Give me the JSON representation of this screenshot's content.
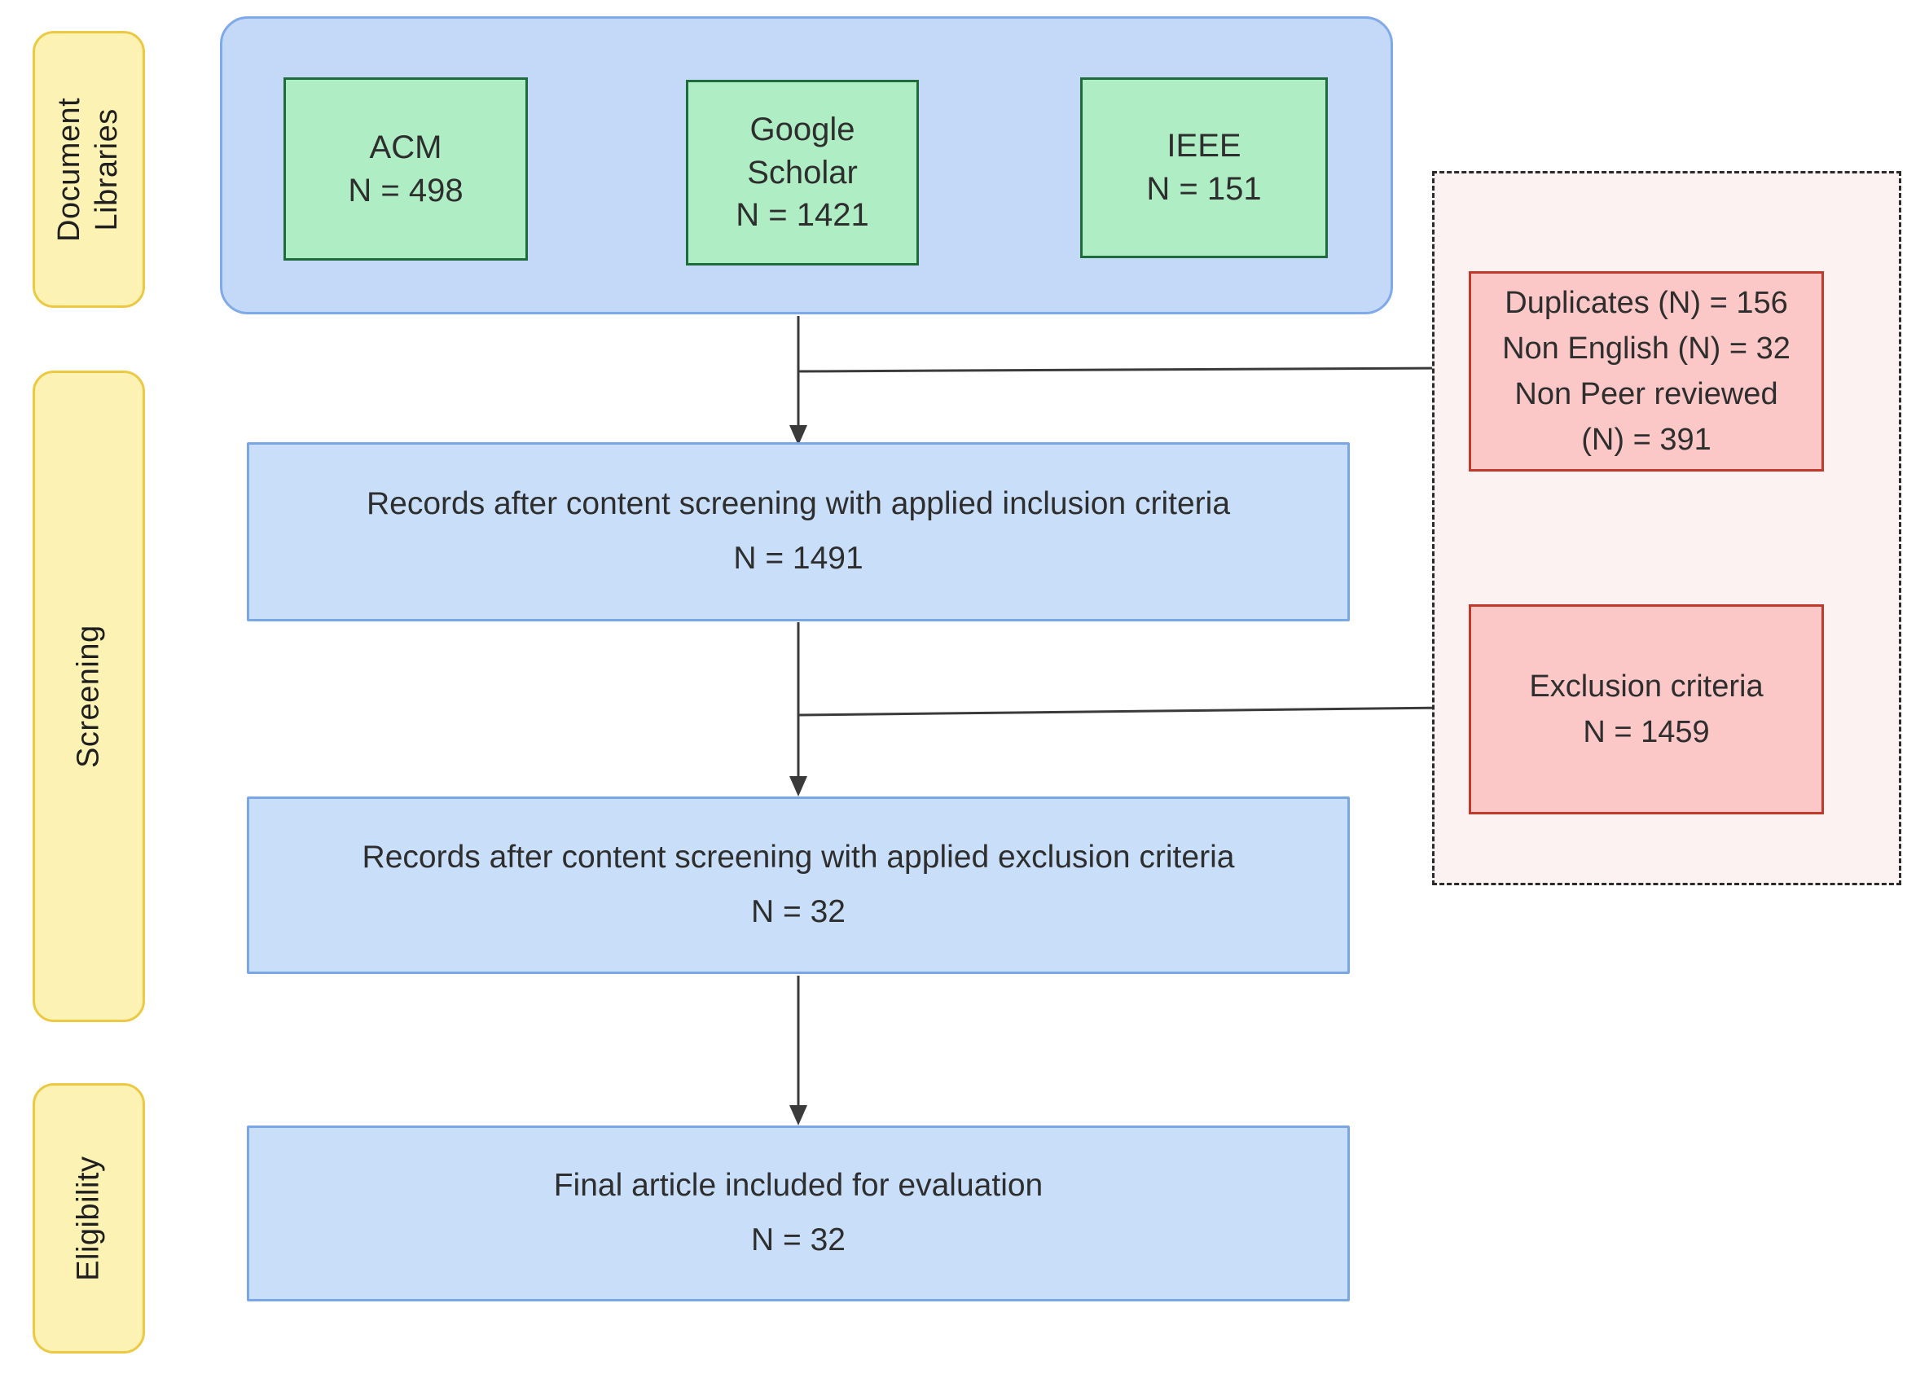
{
  "colors": {
    "stage_label_fill": "#FBF2B4",
    "stage_label_border": "#EDC843",
    "sources_container_fill": "#C3D9F7",
    "sources_container_border": "#7FA9E8",
    "source_box_fill": "#AFEEC4",
    "source_box_border": "#1E6C3C",
    "process_box_fill": "#C9DFF9",
    "process_box_border": "#79A7E6",
    "exclusion_container_fill": "#FCF2F2",
    "exclusion_container_border": "#2B2B2B",
    "exclusion_box_fill": "#FBC7C7",
    "exclusion_box_border": "#C0392B",
    "connector": "#3A3A3A",
    "text": "#2E2E2E"
  },
  "stages": [
    {
      "label": "Document Libraries"
    },
    {
      "label": "Screening"
    },
    {
      "label": "Eligibility"
    }
  ],
  "sources": [
    {
      "name": "ACM",
      "count": "N = 498"
    },
    {
      "name": "Google Scholar",
      "count": "N = 1421"
    },
    {
      "name": "IEEE",
      "count": "N = 151"
    }
  ],
  "process_boxes": [
    {
      "line1": "Records after content screening with applied inclusion criteria",
      "line2": "N = 1491"
    },
    {
      "line1": "Records after content screening with applied exclusion criteria",
      "line2": "N = 32"
    },
    {
      "line1": "Final article included for evaluation",
      "line2": "N = 32"
    }
  ],
  "exclusion_boxes": [
    {
      "lines": [
        "Duplicates (N) = 156",
        "Non English (N) = 32",
        "Non Peer reviewed",
        "(N) = 391"
      ]
    },
    {
      "lines": [
        "Exclusion criteria",
        "N = 1459"
      ]
    }
  ]
}
